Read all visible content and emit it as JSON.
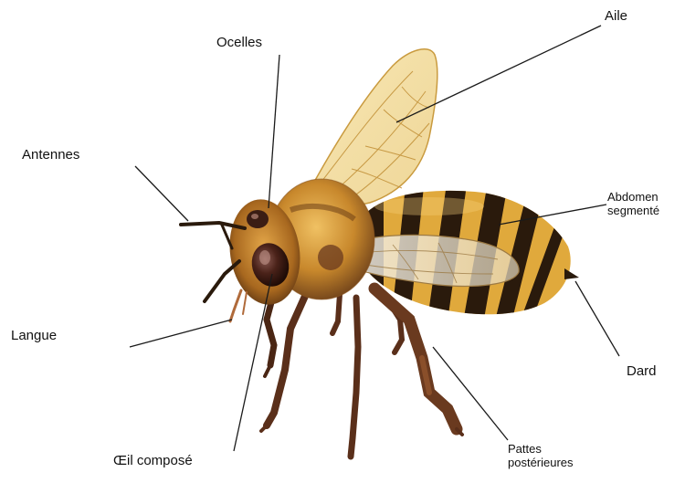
{
  "labels": {
    "aile": "Aile",
    "ocelles": "Ocelles",
    "antennes": "Antennes",
    "abdomen_line1": "Abdomen",
    "abdomen_line2": "segmenté",
    "langue": "Langue",
    "dard": "Dard",
    "oeil": "Œil composé",
    "pattes_line1": "Pattes",
    "pattes_line2": "postérieures"
  },
  "colors": {
    "background": "#ffffff",
    "leader_line": "#1a1a1a",
    "body_gold": "#d9a03a",
    "body_dark": "#2a1a0c",
    "stripe_gold": "#e0a93c",
    "wing": "#f2dfa0",
    "eye": "#3b1d14",
    "leg": "#5a2f1a"
  }
}
